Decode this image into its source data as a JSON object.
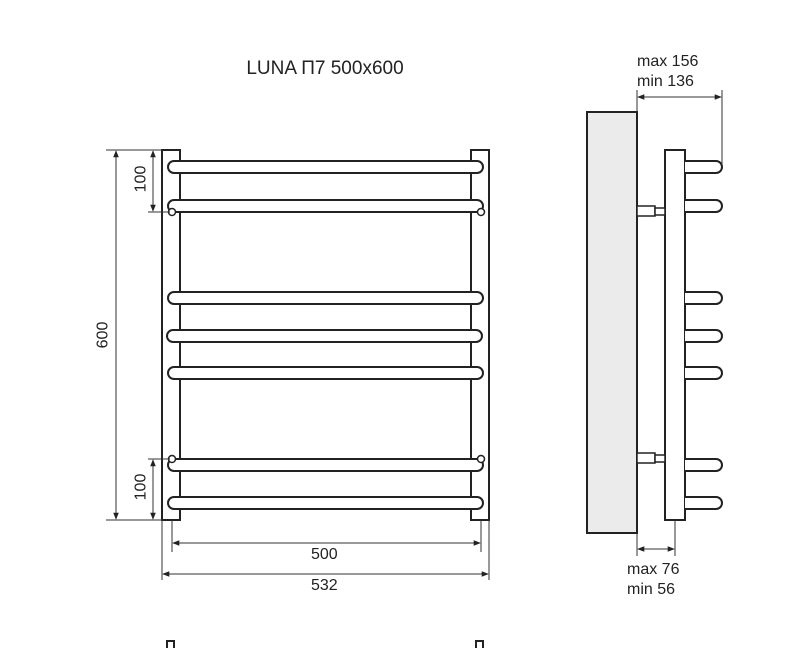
{
  "title": "LUNA П7 500x600",
  "front_view": {
    "dimensions": {
      "height_total": "600",
      "top_spacing": "100",
      "bottom_spacing": "100",
      "center_distance": "500",
      "overall_width": "532"
    },
    "bar_count": 7,
    "bars_y": [
      167,
      206,
      298,
      336,
      373,
      465,
      503
    ]
  },
  "side_view": {
    "depth_label_top": {
      "max": "max 156",
      "min": "min 136"
    },
    "wall_gap_label_bottom": {
      "max": "max 76",
      "min": "min 56"
    },
    "wall_color": "#ebebeb"
  },
  "colors": {
    "line": "#222222",
    "background": "#ffffff"
  }
}
